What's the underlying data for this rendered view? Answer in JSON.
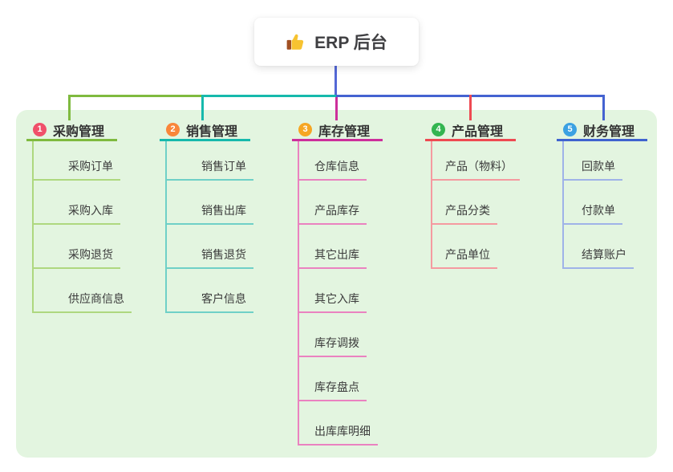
{
  "root": {
    "title": "ERP 后台",
    "icon": "thumbs-up-icon"
  },
  "canvas": {
    "panel_bg": "#e3f5e0",
    "page_bg": "#ffffff",
    "root_stem_color": "#5468d6"
  },
  "connector": {
    "segments": [
      {
        "name": "left",
        "color": "#7fba3f"
      },
      {
        "name": "center",
        "color": "#16b9ac"
      },
      {
        "name": "right",
        "color": "#4463d1"
      }
    ]
  },
  "branches": [
    {
      "index": "1",
      "label": "采购管理",
      "badge_color": "#f0506a",
      "line_color": "#7fba3f",
      "child_line_color": "#aed87f",
      "children": [
        "采购订单",
        "采购入库",
        "采购退货",
        "供应商信息"
      ]
    },
    {
      "index": "2",
      "label": "销售管理",
      "badge_color": "#f9863a",
      "line_color": "#16b9ac",
      "child_line_color": "#6fd0c7",
      "children": [
        "销售订单",
        "销售出库",
        "销售退货",
        "客户信息"
      ]
    },
    {
      "index": "3",
      "label": "库存管理",
      "badge_color": "#f6a623",
      "line_color": "#cd2f9b",
      "child_line_color": "#ea82c0",
      "children": [
        "仓库信息",
        "产品库存",
        "其它出库",
        "其它入库",
        "库存调拨",
        "库存盘点",
        "出库库明细"
      ]
    },
    {
      "index": "4",
      "label": "产品管理",
      "badge_color": "#33b550",
      "line_color": "#ee4a52",
      "child_line_color": "#f59aa0",
      "children": [
        "产品（物料）",
        "产品分类",
        "产品单位"
      ]
    },
    {
      "index": "5",
      "label": "财务管理",
      "badge_color": "#3ba1e2",
      "line_color": "#3f63cf",
      "child_line_color": "#9fb3e8",
      "children": [
        "回款单",
        "付款单",
        "结算账户"
      ]
    }
  ]
}
